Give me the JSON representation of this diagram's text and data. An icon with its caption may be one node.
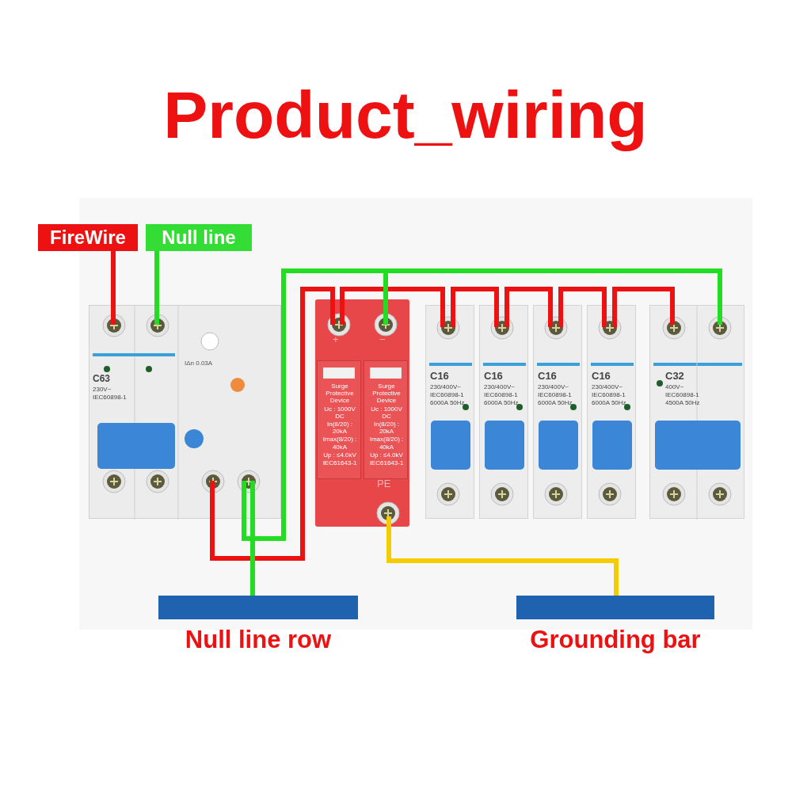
{
  "diagram": {
    "title": "Product_wiring",
    "nodes": [
      {
        "text": [
          "FireWire"
        ]
      },
      {
        "text": [
          "Null line"
        ]
      },
      {
        "text": [
          "C63",
          "230V~",
          "IEC60898-1",
          "IΔn 0.03A"
        ]
      },
      {
        "text": [
          "+",
          "−",
          "PE"
        ]
      },
      {
        "text": [
          "Surge Protective Device",
          "Uc : 1000V DC",
          "In(8/20) : 20kA",
          "Imax(8/20) : 40kA",
          "Up : ≤4.0kV",
          "IEC61643-1"
        ],
        "in": 3
      },
      {
        "text": [
          "Surge Protective Device",
          "Uc : 1000V DC",
          "In(8/20) : 20kA",
          "Imax(8/20) : 40kA",
          "Up : ≤4.0kV",
          "IEC61643-1"
        ],
        "in": 3
      },
      {
        "text": [
          "C16",
          "230/400V~",
          "IEC60898-1",
          "6000A 50Hz"
        ]
      },
      {
        "text": [
          "C16",
          "230/400V~",
          "IEC60898-1",
          "6000A 50Hz"
        ]
      },
      {
        "text": [
          "C16",
          "230/400V~",
          "IEC60898-1",
          "6000A 50Hz"
        ]
      },
      {
        "text": [
          "C16",
          "230/400V~",
          "IEC60898-1",
          "6000A 50Hz"
        ]
      },
      {
        "text": [
          "C32",
          "400V~",
          "IEC60898-1",
          "4500A 50Hz"
        ]
      },
      {
        "text": [
          "Null line row"
        ]
      },
      {
        "text": [
          "Grounding bar"
        ]
      }
    ],
    "edges": [
      {
        "from": 0,
        "to": 2,
        "arrow": "none"
      },
      {
        "from": 1,
        "to": 2,
        "arrow": "none",
        "color": "#22dd22"
      },
      {
        "from": 2,
        "to": 3,
        "arrow": "none"
      },
      {
        "from": 3,
        "to": 6,
        "arrow": "none"
      },
      {
        "from": 6,
        "to": 7,
        "arrow": "none"
      },
      {
        "from": 7,
        "to": 8,
        "arrow": "none"
      },
      {
        "from": 8,
        "to": 9,
        "arrow": "none"
      },
      {
        "from": 9,
        "to": 10,
        "arrow": "none"
      },
      {
        "from": 2,
        "to": 11,
        "arrow": "none",
        "color": "#22dd22"
      },
      {
        "from": 2,
        "to": 10,
        "arrow": "none",
        "color": "#22dd22"
      },
      {
        "from": 2,
        "to": 3,
        "arrow": "none",
        "color": "#22dd22"
      },
      {
        "from": 3,
        "to": 12,
        "arrow": "none",
        "color": "#f5cc00"
      }
    ]
  }
}
